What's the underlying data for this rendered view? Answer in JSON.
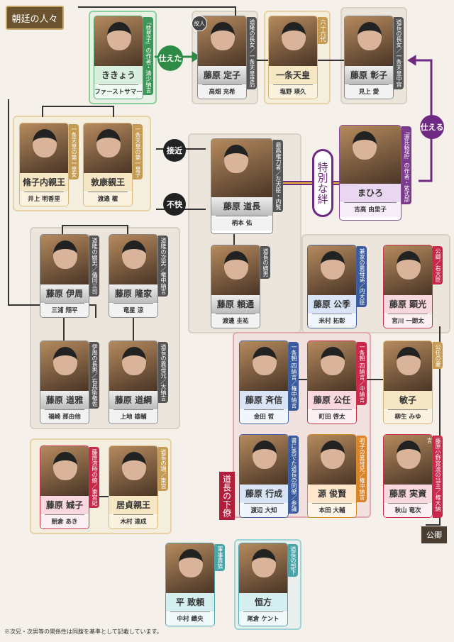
{
  "title": "朝廷の人々",
  "relations": {
    "served_past": "仕えた",
    "serves": "仕える",
    "approach": "接近",
    "displeasure": "不快",
    "special_bond": "特別な絆",
    "deceased": "故人"
  },
  "group_labels": {
    "subordinates": "道長の下僚",
    "kugyo": "公卿"
  },
  "footnote": "※次兄・次男等の関係性は同腹を基準として記載しています。",
  "people": [
    {
      "id": "kikyo",
      "name": "ききょう",
      "actor": "ファーストサマーウイカ",
      "role": "『枕草子』の作者・清少納言",
      "theme": "green"
    },
    {
      "id": "teishi",
      "name": "藤原 定子",
      "actor": "高畑 充希",
      "role": "道隆の長女／一条天皇皇后",
      "theme": "grey"
    },
    {
      "id": "ichijo",
      "name": "一条天皇",
      "actor": "塩野 瑛久",
      "role": "六十六代",
      "theme": "gold"
    },
    {
      "id": "shoshi",
      "name": "藤原 彰子",
      "actor": "見上 愛",
      "role": "道長の長女／一条天皇中宮",
      "theme": "grey"
    },
    {
      "id": "shushi",
      "name": "脩子内親王",
      "actor": "井上 明香里",
      "role": "一条天皇の第一皇女",
      "theme": "gold"
    },
    {
      "id": "atsuyasu",
      "name": "敦康親王",
      "actor": "渡邉 櫂",
      "role": "一条天皇の第一皇子",
      "theme": "gold"
    },
    {
      "id": "michinaga",
      "name": "藤原 道長",
      "actor": "柄本 佑",
      "role": "最高権力者／左大臣・内覧",
      "theme": "grey"
    },
    {
      "id": "mahiro",
      "name": "まひろ",
      "actor": "吉高 由里子",
      "role": "『源氏物語』の作者・紫式部",
      "theme": "purple"
    },
    {
      "id": "korechika",
      "name": "藤原 伊周",
      "actor": "三浦 翔平",
      "role": "道隆の嫡男／儀同三司",
      "theme": "grey"
    },
    {
      "id": "takaie",
      "name": "藤原 隆家",
      "actor": "竜星 涼",
      "role": "道隆の次男／権中納言",
      "theme": "grey"
    },
    {
      "id": "yorimichi",
      "name": "藤原 頼通",
      "actor": "渡邊 圭祐",
      "role": "道長の嫡男",
      "theme": "grey"
    },
    {
      "id": "kinsue",
      "name": "藤原 公季",
      "actor": "米村 拓彰",
      "role": "兼家の異母弟／内大臣",
      "theme": "blue"
    },
    {
      "id": "akimitsu",
      "name": "藤原 顕光",
      "actor": "宮川 一朗太",
      "role": "公卿／右大臣",
      "theme": "red"
    },
    {
      "id": "michimasa",
      "name": "藤原 道雅",
      "actor": "福崎 那由他",
      "role": "伊周の長男／右兵衛権佐",
      "theme": "grey"
    },
    {
      "id": "michitsuna",
      "name": "藤原 道綱",
      "actor": "上地 雄輔",
      "role": "道長の異母兄／大納言",
      "theme": "grey"
    },
    {
      "id": "tadanobu",
      "name": "藤原 斉信",
      "actor": "金田 哲",
      "role": "一条朝 四納言／権中納言",
      "theme": "blue"
    },
    {
      "id": "kinto",
      "name": "藤原 公任",
      "actor": "町田 啓太",
      "role": "一条朝 四納言／中納言",
      "theme": "red"
    },
    {
      "id": "binshi",
      "name": "敏子",
      "actor": "柳生 みゆ",
      "role": "公任の妻",
      "theme": "gold"
    },
    {
      "id": "yukinari",
      "name": "藤原 行成",
      "actor": "渡辺 大知",
      "role": "書に秀でた道長の同僚／参議",
      "theme": "blue"
    },
    {
      "id": "toshikata",
      "name": "源 俊賢",
      "actor": "本田 大輔",
      "role": "明子の異母兄／権中納言",
      "theme": "orange"
    },
    {
      "id": "sanesuke",
      "name": "藤原 実資",
      "actor": "秋山 竜次",
      "role": "藤原小野宮流の当主／権大納言",
      "theme": "red"
    },
    {
      "id": "seishi",
      "name": "藤原 娍子",
      "actor": "朝倉 あき",
      "role": "藤原済時の娘／東宮妃",
      "theme": "red"
    },
    {
      "id": "atsuakira",
      "name": "居貞親王",
      "actor": "木村 達成",
      "role": "道長の甥／東宮",
      "theme": "gold"
    },
    {
      "id": "munetaka",
      "name": "平 致頼",
      "actor": "中村 織央",
      "role": "軍事貴族",
      "theme": "teal"
    },
    {
      "id": "tsunekata",
      "name": "恒方",
      "actor": "尾倉 ケント",
      "role": "道長の部下",
      "theme": "teal"
    }
  ],
  "colors": {
    "served": "#2e8b45",
    "serves": "#6e2a82",
    "title_bg": "#6b5330",
    "subordinate_tag": "#b01e3c",
    "kugyo_tag": "#4a3e33"
  }
}
